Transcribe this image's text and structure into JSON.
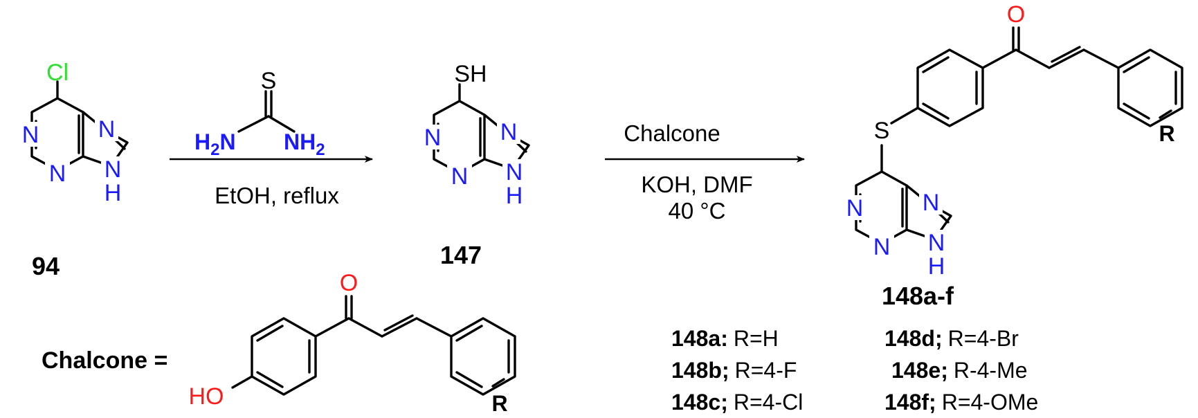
{
  "colors": {
    "nitrogen": "#1a1aff",
    "oxygen": "#ff1a1a",
    "chlorine": "#2ee02e",
    "bonds": "#000000",
    "background": "#ffffff"
  },
  "atoms": {
    "N": "N",
    "H": "H",
    "S": "S",
    "O": "O",
    "Cl": "Cl",
    "SH": "SH",
    "HO": "HO",
    "R": "R"
  },
  "thiourea": {
    "s": "S",
    "left_amine": "H",
    "left_amine_sub": "2",
    "left_amine_n": "N",
    "right_amine_n": "NH",
    "right_amine_sub": "2"
  },
  "step1": {
    "conditions": "EtOH, reflux"
  },
  "step2": {
    "reagent": "Chalcone",
    "conditions_line1": "KOH, DMF",
    "conditions_line2": "40 °C"
  },
  "compounds": {
    "start": "94",
    "intermediate": "147",
    "product": "148a-f"
  },
  "chalcone_definition": {
    "label": "Chalcone ="
  },
  "substituents": [
    {
      "id": "148a:",
      "r": "R=H"
    },
    {
      "id": "148b;",
      "r": "R=4-F"
    },
    {
      "id": "148c;",
      "r": "R=4-Cl"
    },
    {
      "id": "148d;",
      "r": "R=4-Br"
    },
    {
      "id": "148e;",
      "r": "R-4-Me"
    },
    {
      "id": "148f;",
      "r": "R=4-OMe"
    }
  ]
}
